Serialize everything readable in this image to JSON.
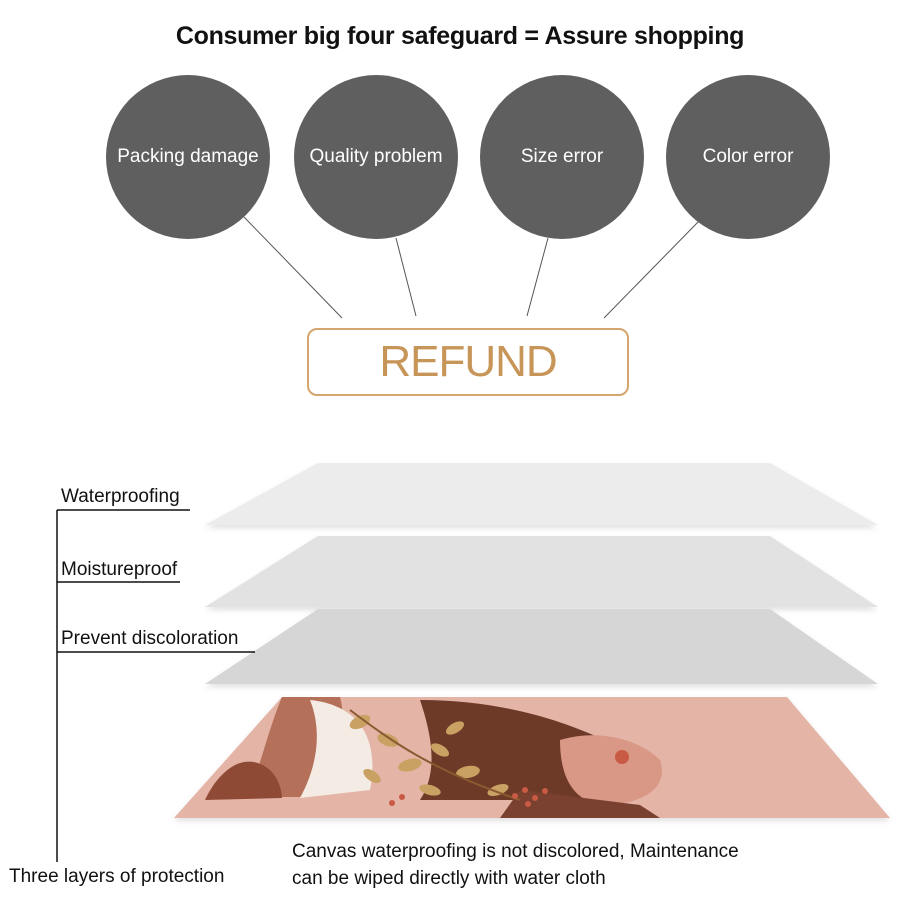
{
  "header": {
    "title": "Consumer big four safeguard = Assure shopping"
  },
  "safeguards": [
    {
      "label": "Packing  damage"
    },
    {
      "label": "Quality  problem"
    },
    {
      "label": "Size  error"
    },
    {
      "label": "Color  error"
    }
  ],
  "result": {
    "label": "REFUND"
  },
  "layers": {
    "items": [
      {
        "label": "Waterproofing"
      },
      {
        "label": "Moistureproof"
      },
      {
        "label": "Prevent  discoloration"
      }
    ],
    "summary": "Three layers of protection"
  },
  "caption": {
    "line1": "Canvas  waterproofing  is  not  discolored,  Maintenance",
    "line2": "can  be  wiped  directly  with  water  cloth"
  },
  "colors": {
    "circle": "#5f5f5f",
    "refund_accent": "#c89559",
    "canvas_pink": "#e4b4a6"
  }
}
